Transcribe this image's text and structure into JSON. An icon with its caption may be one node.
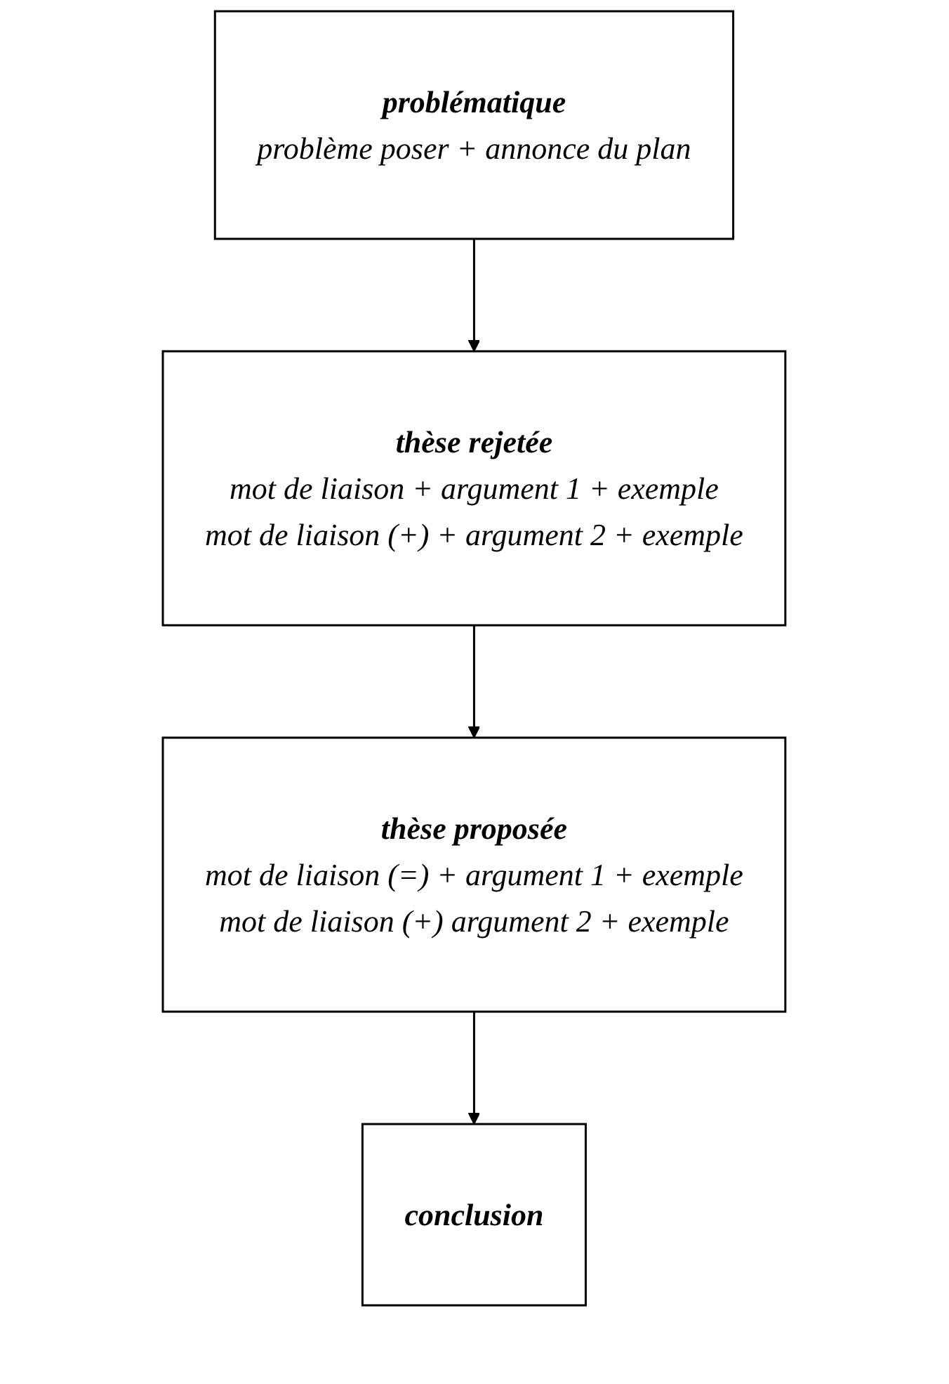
{
  "diagram": {
    "nodes": [
      {
        "text": [
          "problématique",
          "problème poser + annonce du plan"
        ]
      },
      {
        "text": [
          "thèse rejetée",
          "mot de liaison + argument 1 + exemple",
          "mot de liaison (+) + argument 2 + exemple"
        ]
      },
      {
        "text": [
          "thèse proposée",
          "mot de liaison (=) + argument 1 + exemple",
          "mot de liaison (+) argument 2 + exemple"
        ]
      },
      {
        "text": [
          "conclusion"
        ]
      }
    ],
    "edges": [
      {
        "from": 0,
        "to": 1,
        "arrow": "to"
      },
      {
        "from": 1,
        "to": 2,
        "arrow": "to"
      },
      {
        "from": 2,
        "to": 3,
        "arrow": "to"
      }
    ]
  }
}
